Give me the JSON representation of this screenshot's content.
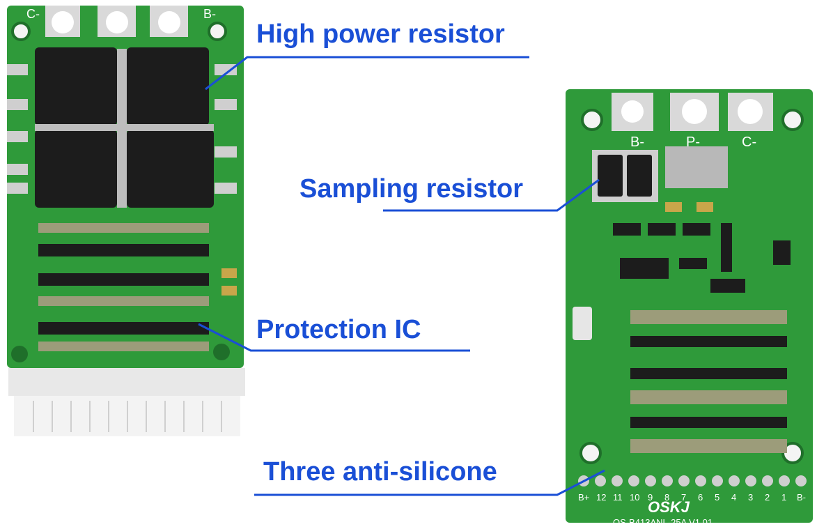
{
  "colors": {
    "pcb_green": "#2f9a3a",
    "pcb_dark": "#1f6f2a",
    "label_blue": "#1a4fd6",
    "connector_white": "#e8e8e8",
    "component_black": "#1c1c1c"
  },
  "labels": {
    "high_power_resistor": "High power resistor",
    "sampling_resistor": "Sampling resistor",
    "protection_ic": "Protection IC",
    "three_anti_silicone": "Three anti-silicone"
  },
  "silkscreen": {
    "left_c_minus": "C-",
    "left_b_minus": "B-",
    "right_b_minus": "B-",
    "right_p_minus": "P-",
    "right_c_minus": "C-",
    "brand": "OSKJ",
    "model": "OS-B413ANL-25A V1.01",
    "pin_labels": [
      "B+",
      "12",
      "11",
      "10",
      "9",
      "8",
      "7",
      "6",
      "5",
      "4",
      "3",
      "2",
      "1",
      "B-"
    ]
  }
}
